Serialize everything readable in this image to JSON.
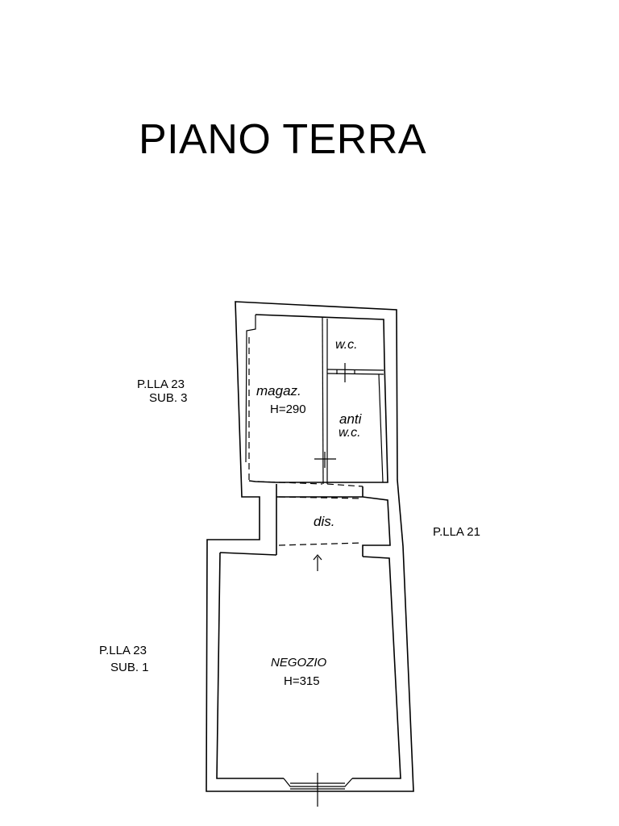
{
  "title": "PIANO TERRA",
  "neighbors": {
    "left_top": {
      "line1": "P.LLA 23",
      "line2": "SUB. 3"
    },
    "left_bottom": {
      "line1": "P.LLA 23",
      "line2": "SUB. 1"
    },
    "right": "P.LLA 21"
  },
  "rooms": {
    "wc": {
      "name": "w.c."
    },
    "magazzino": {
      "name": "magaz.",
      "height": "H=290"
    },
    "antiwc": {
      "line1": "anti",
      "line2": "w.c."
    },
    "disimpegno": {
      "name": "dis."
    },
    "negozio": {
      "name": "NEGOZIO",
      "height": "H=315"
    }
  }
}
